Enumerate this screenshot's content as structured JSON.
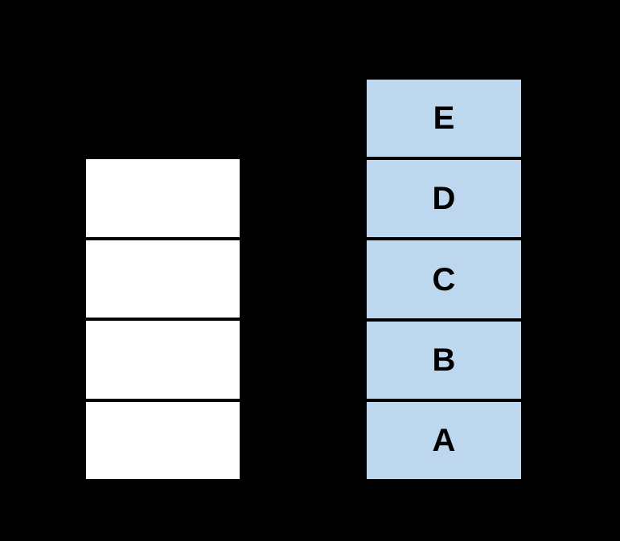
{
  "colors": {
    "background": "#000000",
    "white_box_fill": "#ffffff",
    "blue_box_fill": "#bdd7ee",
    "label_color": "#000000",
    "separator": "#000000"
  },
  "diagram": {
    "left_stack": {
      "box_count": 4,
      "labels": [
        "",
        "",
        "",
        ""
      ]
    },
    "right_stack": {
      "box_count": 5,
      "labels": [
        "E",
        "D",
        "C",
        "B",
        "A"
      ]
    }
  }
}
